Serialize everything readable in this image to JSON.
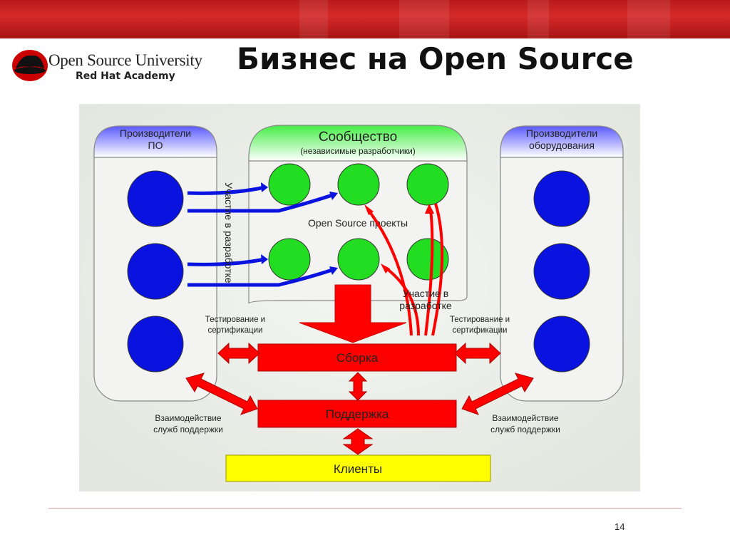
{
  "header": {
    "logo_line1": "Open Source University",
    "logo_line2": "Red Hat Academy",
    "title": "Бизнес на Open Source"
  },
  "diagram": {
    "sw_vendors": "Производители|ПО",
    "hw_vendors": "Производители|оборудования",
    "community_title": "Сообщество",
    "community_sub": "(независимые разработчики)",
    "projects_label": "Open Source проекты",
    "participation_vertical": "Участие в разработке",
    "participation_red": "Участие в|разработке",
    "testing_left": "Тестирование и|сертификации",
    "testing_right": "Тестирование и|сертификации",
    "build": "Сборка",
    "support": "Поддержка",
    "clients": "Клиенты",
    "interaction_left": "Взаимодействие|служб поддержки",
    "interaction_right": "Взаимодействие|служб поддержки"
  },
  "footer": {
    "page": "14"
  },
  "colors": {
    "red": "#ff0000",
    "blue_node": "#0a12e0",
    "green_node": "#22dd22",
    "yellow": "#ffff00"
  }
}
